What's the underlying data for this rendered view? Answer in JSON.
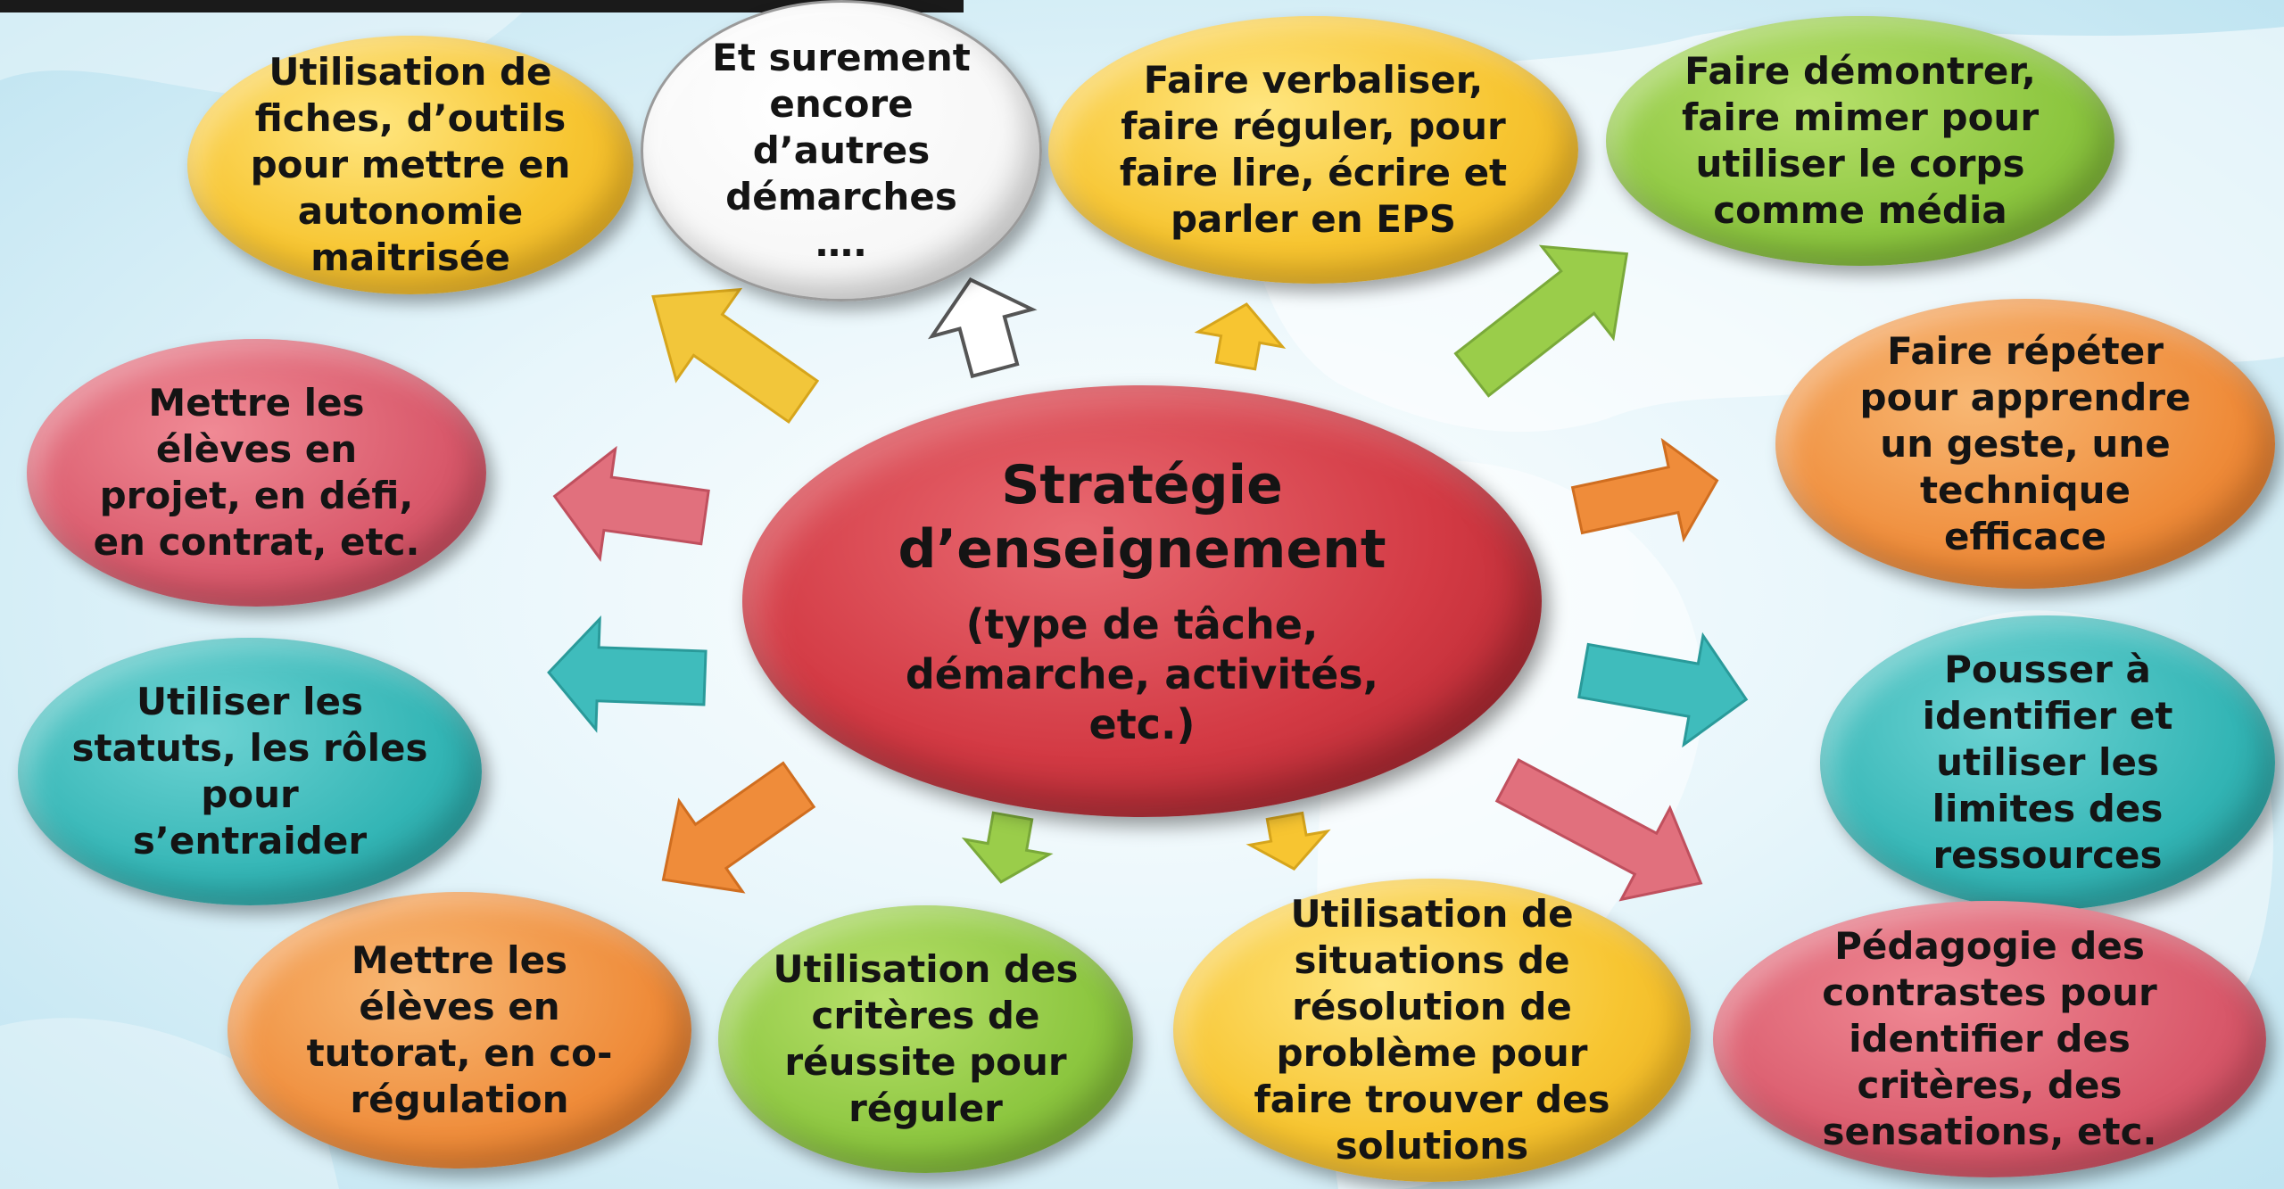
{
  "center": {
    "title": "Stratégie\nd’enseignement",
    "subtitle": "(type de tâche,\ndémarche, activités,\netc.)",
    "color": "#d33a44"
  },
  "nodes": [
    {
      "id": "fiches",
      "text": "Utilisation de\nfiches, d’outils\npour mettre en\nautonomie\nmaitrisée",
      "color": "#f7c531"
    },
    {
      "id": "autres",
      "text": "Et surement\nencore\nd’autres\ndémarches\n….",
      "color": "#ffffff"
    },
    {
      "id": "verbaliser",
      "text": "Faire verbaliser,\nfaire réguler,  pour\nfaire lire, écrire et\nparler en EPS",
      "color": "#f7c531"
    },
    {
      "id": "demontrer",
      "text": "Faire démontrer,\nfaire mimer pour\nutiliser le corps\ncomme média",
      "color": "#8cc63f"
    },
    {
      "id": "repeter",
      "text": "Faire répéter\npour apprendre\nun geste, une\ntechnique\nefficace",
      "color": "#ef8c3a"
    },
    {
      "id": "limites",
      "text": "Pousser à\nidentifier et\nutiliser les\nlimites des\nressources",
      "color": "#33b5b5"
    },
    {
      "id": "contrastes",
      "text": "Pédagogie des\ncontrastes pour\nidentifier des\ncritères, des\nsensations, etc.",
      "color": "#d9596b"
    },
    {
      "id": "problemes",
      "text": "Utilisation de\nsituations de\nrésolution de\nproblème pour\nfaire trouver des\nsolutions",
      "color": "#f7c531"
    },
    {
      "id": "criteres",
      "text": "Utilisation des\ncritères de\nréussite pour\nréguler",
      "color": "#8cc63f"
    },
    {
      "id": "tutorat",
      "text": "Mettre les\nélèves en\ntutorat, en co-\nrégulation",
      "color": "#ef8c3a"
    },
    {
      "id": "statuts",
      "text": "Utiliser les\nstatuts, les rôles\npour\ns’entraider",
      "color": "#33b5b5"
    },
    {
      "id": "projet",
      "text": "Mettre les\nélèves en\nprojet, en défi,\nen contrat, etc.",
      "color": "#d9596b"
    }
  ]
}
